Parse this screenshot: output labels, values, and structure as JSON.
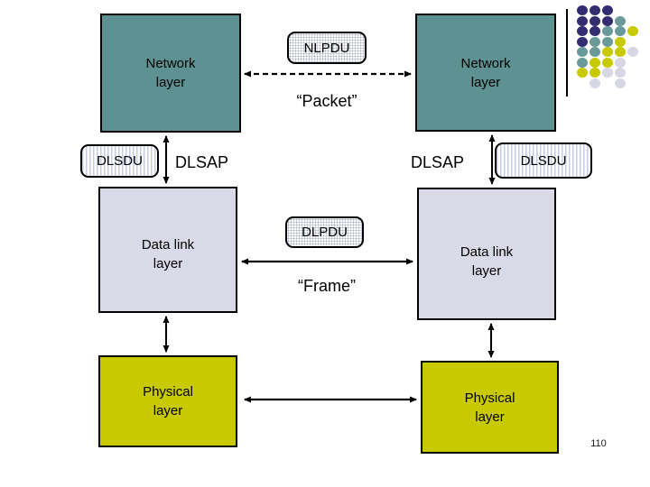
{
  "slide": {
    "page_number": "110"
  },
  "left_stack": {
    "network_label": "Network\nlayer",
    "dlsdu_label": "DLSDU",
    "dlsap_label": "DLSAP",
    "datalink_label": "Data link\nlayer",
    "physical_label": "Physical\nlayer"
  },
  "right_stack": {
    "network_label": "Network\nlayer",
    "dlsap_label": "DLSAP",
    "dlsdu_label": "DLSDU",
    "datalink_label": "Data link\nlayer",
    "physical_label": "Physical\nlayer"
  },
  "middle": {
    "nlpdu_label": "NLPDU",
    "packet_caption": "“Packet”",
    "dlpdu_label": "DLPDU",
    "frame_caption": "“Frame”"
  },
  "colors": {
    "network_fill": "#5E9191",
    "datalink_fill": "#D9D9E8",
    "physical_fill": "#C9C900",
    "arrow_stroke": "#000000"
  },
  "decoration": {
    "dots": {
      "colors": {
        "P": "#342C70",
        "T": "#6A9999",
        "Y": "#C9C900",
        "G": "#D6D6E4"
      },
      "grid": [
        [
          "P",
          "P",
          "P",
          "",
          ""
        ],
        [
          "P",
          "P",
          "P",
          "T",
          ""
        ],
        [
          "P",
          "P",
          "T",
          "T",
          "Y"
        ],
        [
          "P",
          "T",
          "T",
          "Y",
          ""
        ],
        [
          "T",
          "T",
          "Y",
          "Y",
          "G"
        ],
        [
          "T",
          "Y",
          "Y",
          "G",
          ""
        ],
        [
          "Y",
          "Y",
          "G",
          "G",
          ""
        ],
        [
          "",
          "G",
          "",
          "G",
          ""
        ]
      ]
    }
  }
}
